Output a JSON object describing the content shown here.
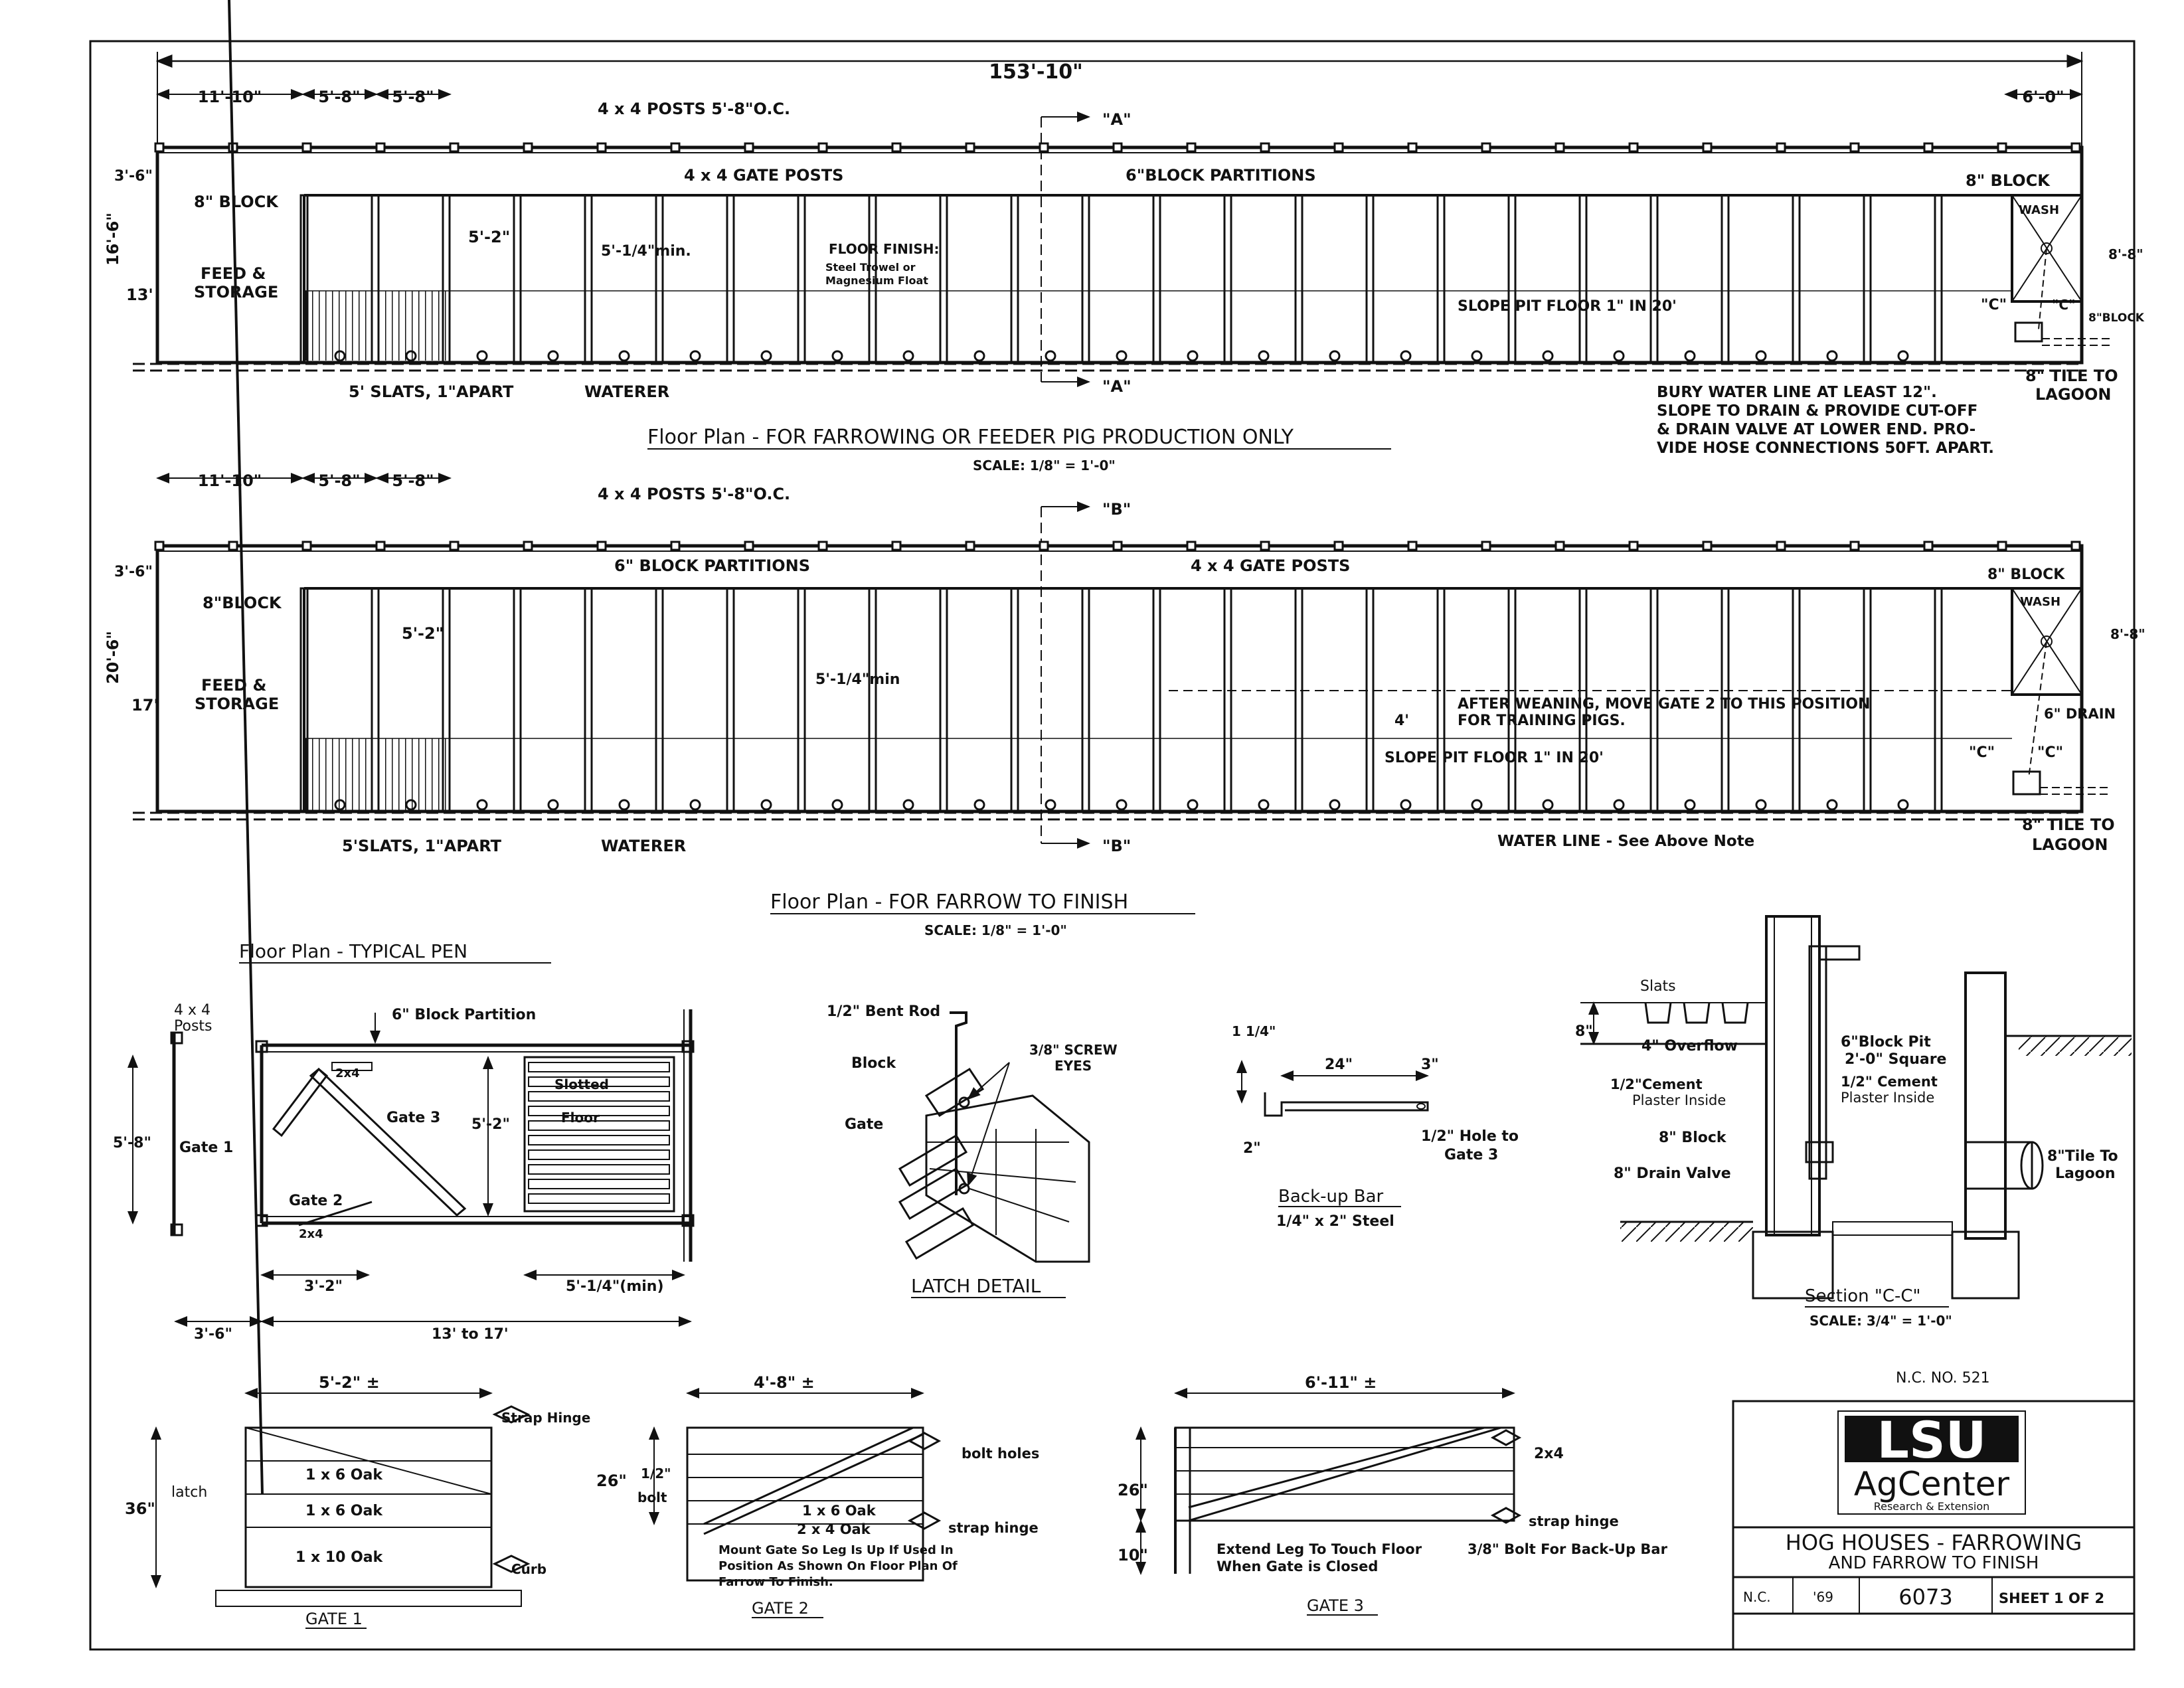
{
  "overall_dim": "153'-10\"",
  "plan1": {
    "dims_top": [
      "11'-10\"",
      "5'-8\"",
      "5'-8\""
    ],
    "dim_right_top": "6'-0\"",
    "posts": "4 x 4 POSTS 5'-8\"O.C.",
    "section_a": "\"A\"",
    "gate_posts": "4 x 4 GATE POSTS",
    "block_partitions": "6\"BLOCK PARTITIONS",
    "block_left": "8\" BLOCK",
    "block_right": "8\" BLOCK",
    "wash": "WASH",
    "dim_3_6": "3'-6\"",
    "dim_16_6": "16'-6\"",
    "dim_13": "13'",
    "dim_8_8": "8'-8\"",
    "feed": "FEED &",
    "storage": "STORAGE",
    "dim_5_2": "5'-2\"",
    "dim_min": "5'-1/4\"min.",
    "floor_finish": "FLOOR FINISH:",
    "finish_1": "Steel Trowel or",
    "finish_2": "Magnesium Float",
    "slope": "SLOPE  PIT FLOOR 1\" IN 20'",
    "sec_c": "\"C\"",
    "block_small": "8\"BLOCK",
    "slats": "5' SLATS, 1\"APART",
    "waterer": "WATERER",
    "tile_1": "8\" TILE TO",
    "tile_2": "LAGOON",
    "note_1": "BURY WATER LINE AT LEAST 12\".",
    "note_2": "SLOPE TO DRAIN & PROVIDE CUT-OFF",
    "note_3": "& DRAIN VALVE AT LOWER END. PRO-",
    "note_4": "VIDE HOSE CONNECTIONS 50FT. APART.",
    "title": "Floor Plan - FOR FARROWING OR FEEDER PIG PRODUCTION ONLY",
    "scale": "SCALE: 1/8\" = 1'-0\""
  },
  "plan2": {
    "dims_top": [
      "11'-10\"",
      "5'-8\"",
      "5'-8\""
    ],
    "posts": "4 x 4 POSTS 5'-8\"O.C.",
    "section_b": "\"B\"",
    "block_partitions": "6\" BLOCK PARTITIONS",
    "gate_posts": "4 x 4 GATE POSTS",
    "block_left": "8\"BLOCK",
    "block_right": "8\" BLOCK",
    "wash": "WASH",
    "dim_3_6": "3'-6\"",
    "dim_20_6": "20'-6\"",
    "dim_17": "17'",
    "dim_8_8": "8'-8\"",
    "feed": "FEED &",
    "storage": "STORAGE",
    "dim_5_2": "5'-2\"",
    "dim_min": "5'-1/4\"min",
    "dim_4": "4'",
    "after_1": "AFTER WEANING, MOVE GATE 2 TO THIS POSITION",
    "after_2": "FOR TRAINING PIGS.",
    "slope": "SLOPE  PIT FLOOR 1\" IN 20'",
    "drain": "6\" DRAIN",
    "sec_c": "\"C\"",
    "slats": "5'SLATS, 1\"APART",
    "waterer": "WATERER",
    "water_line": "WATER LINE - See Above Note",
    "tile_1": "8\" TILE TO",
    "tile_2": "LAGOON",
    "title": "Floor Plan - FOR FARROW TO FINISH",
    "scale": "SCALE: 1/8\" = 1'-0\""
  },
  "typical_pen": {
    "title": "Floor Plan - TYPICAL PEN",
    "posts_1": "4 x 4",
    "posts_2": "Posts",
    "partition": "6\" Block Partition",
    "lumber_1": "2x4",
    "gate3": "Gate 3",
    "slotted": "Slotted",
    "floor": "Floor",
    "gate1": "Gate 1",
    "dim_5_8": "5'-8\"",
    "dim_5_2": "5'-2\"",
    "gate2": "Gate 2",
    "lumber_2": "2x4",
    "dim_3_2": "3'-2\"",
    "dim_min": "5'-1/4\"(min)",
    "dim_3_6": "3'-6\"",
    "dim_13_17": "13' to 17'"
  },
  "latch": {
    "bent_rod": "1/2\" Bent Rod",
    "screw_1": "3/8\" SCREW",
    "screw_2": "EYES",
    "block": "Block",
    "gate": "Gate",
    "title": "LATCH DETAIL"
  },
  "backup_bar": {
    "dim_1_14": "1 1/4\"",
    "dim_24": "24\"",
    "dim_3": "3\"",
    "dim_2": "2\"",
    "hole_1": "1/2\" Hole to",
    "hole_2": "Gate 3",
    "title": "Back-up Bar",
    "spec": "1/4\" x 2\" Steel"
  },
  "section_cc": {
    "slats": "Slats",
    "dim_8": "8\"",
    "overflow": "4\" Overflow",
    "pit_1": "6\"Block Pit",
    "pit_2": "2'-0\" Square",
    "cement_l1": "1/2\"Cement",
    "cement_l2": "Plaster Inside",
    "cement_r1": "1/2\" Cement",
    "cement_r2": "Plaster Inside",
    "block": "8\" Block",
    "tile_1": "8\"Tile To",
    "tile_2": "Lagoon",
    "drain_valve": "8\" Drain Valve",
    "title": "Section \"C-C\"",
    "scale": "SCALE: 3/4\" = 1'-0\""
  },
  "gate1": {
    "dim_w": "5'-2\" ±",
    "strap": "Strap Hinge",
    "latch": "latch",
    "dim_36": "36\"",
    "board1": "1 x 6 Oak",
    "board2": "1 x 6 Oak",
    "board3": "1 x 10 Oak",
    "curb": "Curb",
    "title": "GATE 1"
  },
  "gate2": {
    "dim_w": "4'-8\" ±",
    "bolt_holes": "bolt holes",
    "dim_26": "26\"",
    "bolt_1": "1/2\"",
    "bolt_2": "bolt",
    "board1": "1 x 6 Oak",
    "board2": "2 x 4 Oak",
    "strap": "strap hinge",
    "note_1": "Mount Gate So Leg Is Up If Used In",
    "note_2": "Position As Shown On Floor Plan Of",
    "note_3": "Farrow To Finish.",
    "title": "GATE 2"
  },
  "gate3": {
    "dim_w": "6'-11\" ±",
    "lumber": "2x4",
    "dim_26": "26\"",
    "dim_10": "10\"",
    "strap": "strap hinge",
    "leg_1": "Extend Leg To Touch Floor",
    "leg_2": "When Gate is Closed",
    "bolt": "3/8\" Bolt For Back-Up Bar",
    "title": "GATE 3"
  },
  "title_block": {
    "nc_no": "N.C. NO. 521",
    "logo_1": "LSU",
    "logo_2": "AgCenter",
    "logo_3": "Research & Extension",
    "title_1": "HOG HOUSES - FARROWING",
    "title_2": "AND FARROW TO FINISH",
    "nc": "N.C.",
    "year": "'69",
    "number": "6073",
    "sheet": "SHEET 1 OF 2"
  }
}
